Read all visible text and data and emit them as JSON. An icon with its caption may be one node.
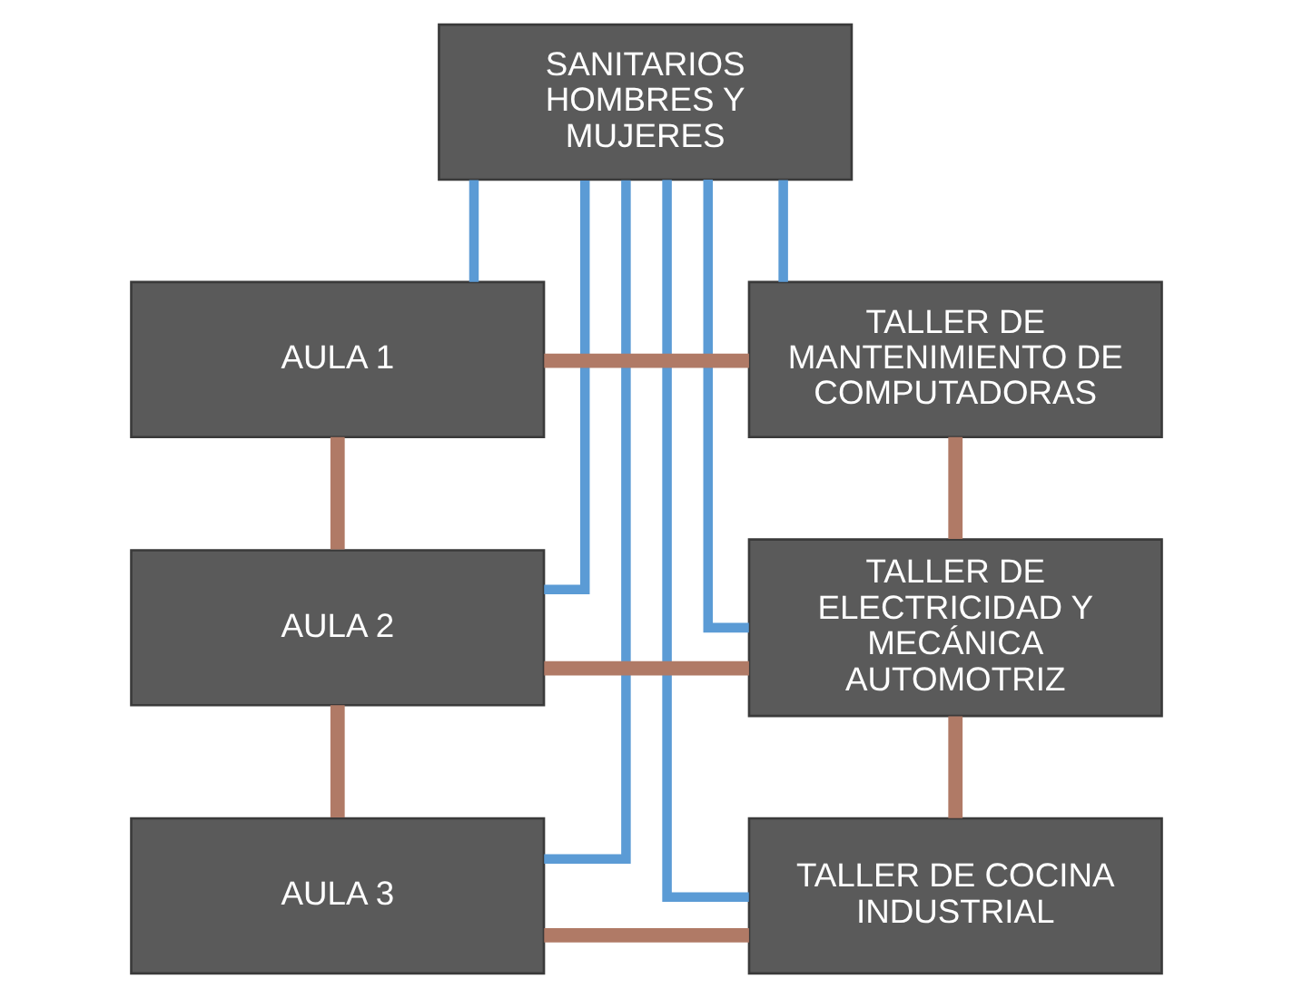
{
  "diagram": {
    "nodes": [
      {
        "text": [
          "SANITARIOS HOMBRES Y MUJERES"
        ]
      },
      {
        "text": [
          "AULA 1"
        ]
      },
      {
        "text": [
          "TALLER DE MANTENIMIENTO DE COMPUTADORAS"
        ]
      },
      {
        "text": [
          "AULA 2"
        ]
      },
      {
        "text": [
          "TALLER DE ELECTRICIDAD Y MECÁNICA AUTOMOTRIZ"
        ]
      },
      {
        "text": [
          "AULA 3"
        ]
      },
      {
        "text": [
          "TALLER DE COCINA INDUSTRIAL"
        ]
      }
    ],
    "edges": [
      {
        "from": 0,
        "to": 1,
        "arrow": "none",
        "color": "#5b9bd5"
      },
      {
        "from": 0,
        "to": 3,
        "arrow": "none",
        "color": "#5b9bd5"
      },
      {
        "from": 0,
        "to": 5,
        "arrow": "none",
        "color": "#5b9bd5"
      },
      {
        "from": 0,
        "to": 2,
        "arrow": "none",
        "color": "#5b9bd5"
      },
      {
        "from": 0,
        "to": 4,
        "arrow": "none",
        "color": "#5b9bd5"
      },
      {
        "from": 0,
        "to": 6,
        "arrow": "none",
        "color": "#5b9bd5"
      },
      {
        "from": 1,
        "to": 2,
        "arrow": "none"
      },
      {
        "from": 1,
        "to": 3,
        "arrow": "none"
      },
      {
        "from": 2,
        "to": 4,
        "arrow": "none"
      },
      {
        "from": 3,
        "to": 4,
        "arrow": "none"
      },
      {
        "from": 3,
        "to": 5,
        "arrow": "none"
      },
      {
        "from": 4,
        "to": 6,
        "arrow": "none"
      },
      {
        "from": 5,
        "to": 6,
        "arrow": "none"
      }
    ]
  }
}
